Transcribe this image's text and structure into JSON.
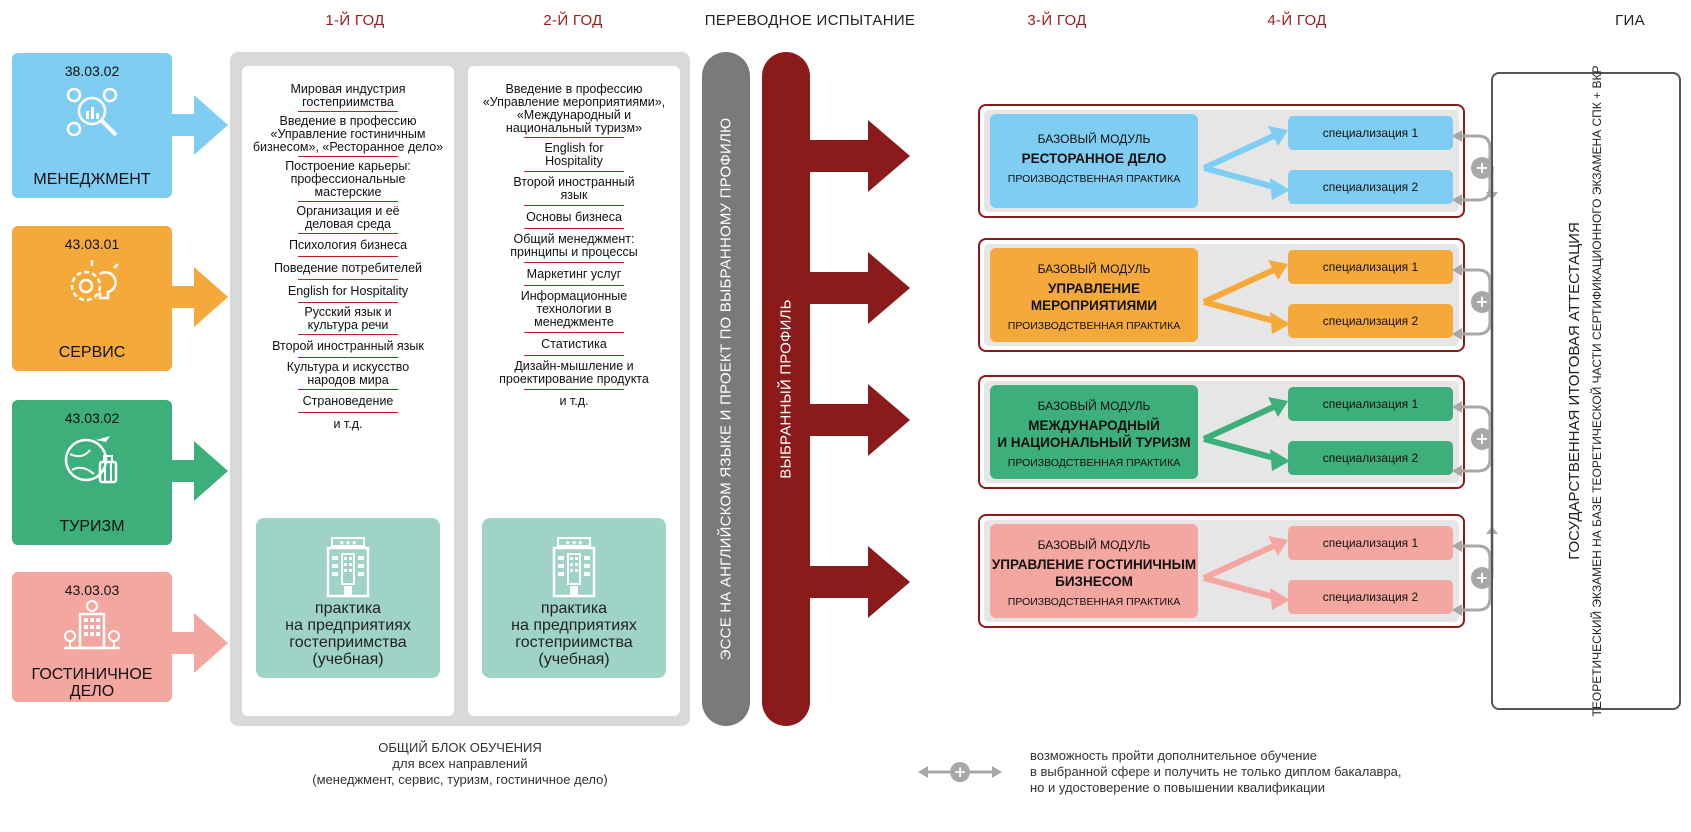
{
  "headers": {
    "year1": "1-Й ГОД",
    "year2": "2-Й ГОД",
    "transfer": "ПЕРЕВОДНОЕ  ИСПЫТАНИЕ",
    "year3": "3-Й ГОД",
    "year4": "4-Й ГОД",
    "gia": "ГИА"
  },
  "directions": [
    {
      "code": "38.03.02",
      "name": "МЕНЕДЖМЕНТ",
      "color": "#7fcdf2",
      "icon": "analytics-icon"
    },
    {
      "code": "43.03.01",
      "name": "СЕРВИС",
      "color": "#f6a93b",
      "icon": "gear-bulb-icon"
    },
    {
      "code": "43.03.02",
      "name": "ТУРИЗМ",
      "color": "#3daf7b",
      "icon": "globe-luggage-icon"
    },
    {
      "code": "43.03.03",
      "name_line1": "ГОСТИНИЧНОЕ",
      "name_line2": "ДЕЛО",
      "color": "#f4a6a0",
      "icon": "hotel-icon"
    }
  ],
  "year1_subjects": [
    "Мировая индустрия гостеприимства",
    "Введение в профессию «Управление гостиничным бизнесом», «Ресторанное дело»",
    "Построение карьеры: профессиональные мастерские",
    "Организация и её деловая среда",
    "Психология бизнеса",
    "Поведение потребителей",
    "English for Hospitality",
    "Русский язык и культура речи",
    "Второй иностранный язык",
    "Культура и искусство народов мира",
    "Страноведение",
    "и т.д."
  ],
  "year2_subjects": [
    "Введение в профессию «Управление мероприятиями», «Международный и национальный туризм»",
    "English for Hospitality",
    "Второй иностранный язык",
    "Основы бизнеса",
    "Общий менеджмент: принципы и процессы",
    "Маркетинг услуг",
    "Информационные технологии в менеджменте",
    "Статистика",
    "Дизайн-мышление и проектирование продукта",
    "и т.д."
  ],
  "practice": {
    "line1": "практика",
    "line2": "на предприятиях",
    "line3": "гостеприимства",
    "line4": "(учебная)"
  },
  "essay_bar": "ЭССЕ НА АНГЛИЙСКОМ ЯЗЫКЕ И ПРОЕКТ ПО ВЫБРАННОМУ ПРОФИЛЮ",
  "profile_bar": "ВЫБРАННЫЙ ПРОФИЛЬ",
  "modules": [
    {
      "label": "БАЗОВЫЙ МОДУЛЬ",
      "title1": "РЕСТОРАННОЕ ДЕЛО",
      "title2": "",
      "practice": "ПРОИЗВОДСТВЕННАЯ ПРАКТИКА",
      "color": "#7fcdf2",
      "spec1": "специализация 1",
      "spec2": "специализация 2"
    },
    {
      "label": "БАЗОВЫЙ МОДУЛЬ",
      "title1": "УПРАВЛЕНИЕ",
      "title2": "МЕРОПРИЯТИЯМИ",
      "practice": "ПРОИЗВОДСТВЕННАЯ ПРАКТИКА",
      "color": "#f6a93b",
      "spec1": "специализация 1",
      "spec2": "специализация 2"
    },
    {
      "label": "БАЗОВЫЙ МОДУЛЬ",
      "title1": "МЕЖДУНАРОДНЫЙ",
      "title2": "И НАЦИОНАЛЬНЫЙ ТУРИЗМ",
      "practice": "ПРОИЗВОДСТВЕННАЯ ПРАКТИКА",
      "color": "#3daf7b",
      "spec1": "специализация 1",
      "spec2": "специализация 2"
    },
    {
      "label": "БАЗОВЫЙ МОДУЛЬ",
      "title1": "УПРАВЛЕНИЕ ГОСТИНИЧНЫМ",
      "title2": "БИЗНЕСОМ",
      "practice": "ПРОИЗВОДСТВЕННАЯ ПРАКТИКА",
      "color": "#f4a6a0",
      "spec1": "специализация 1",
      "spec2": "специализация 2"
    }
  ],
  "gia": {
    "line1": "ГОСУДАРСТВЕННАЯ ИТОГОВАЯ АТТЕСТАЦИЯ",
    "line2": "ТЕОРЕТИЧЕСКИЙ ЭКЗАМЕН НА БАЗЕ ТЕОРЕТИЧЕСКОЙ ЧАСТИ СЕРТИФИКАЦИОННОГО ЭКЗАМЕНА СПК + ВКР"
  },
  "footer_left": {
    "line1": "ОБЩИЙ БЛОК ОБУЧЕНИЯ",
    "line2": "для всех направлений",
    "line3": "(менеджмент, сервис, туризм, гостиничное дело)"
  },
  "footer_right": {
    "line1": "возможность пройти дополнительное обучение",
    "line2": "в выбранной сфере и получить не только диплом бакалавра,",
    "line3": "но и удостоверение о повышении квалификации"
  },
  "colors": {
    "accent": "#9b1b1b",
    "essay_bar": "#7a7a7a",
    "profile_bar": "#8b1a1a",
    "connector": "#a8a8a8"
  }
}
